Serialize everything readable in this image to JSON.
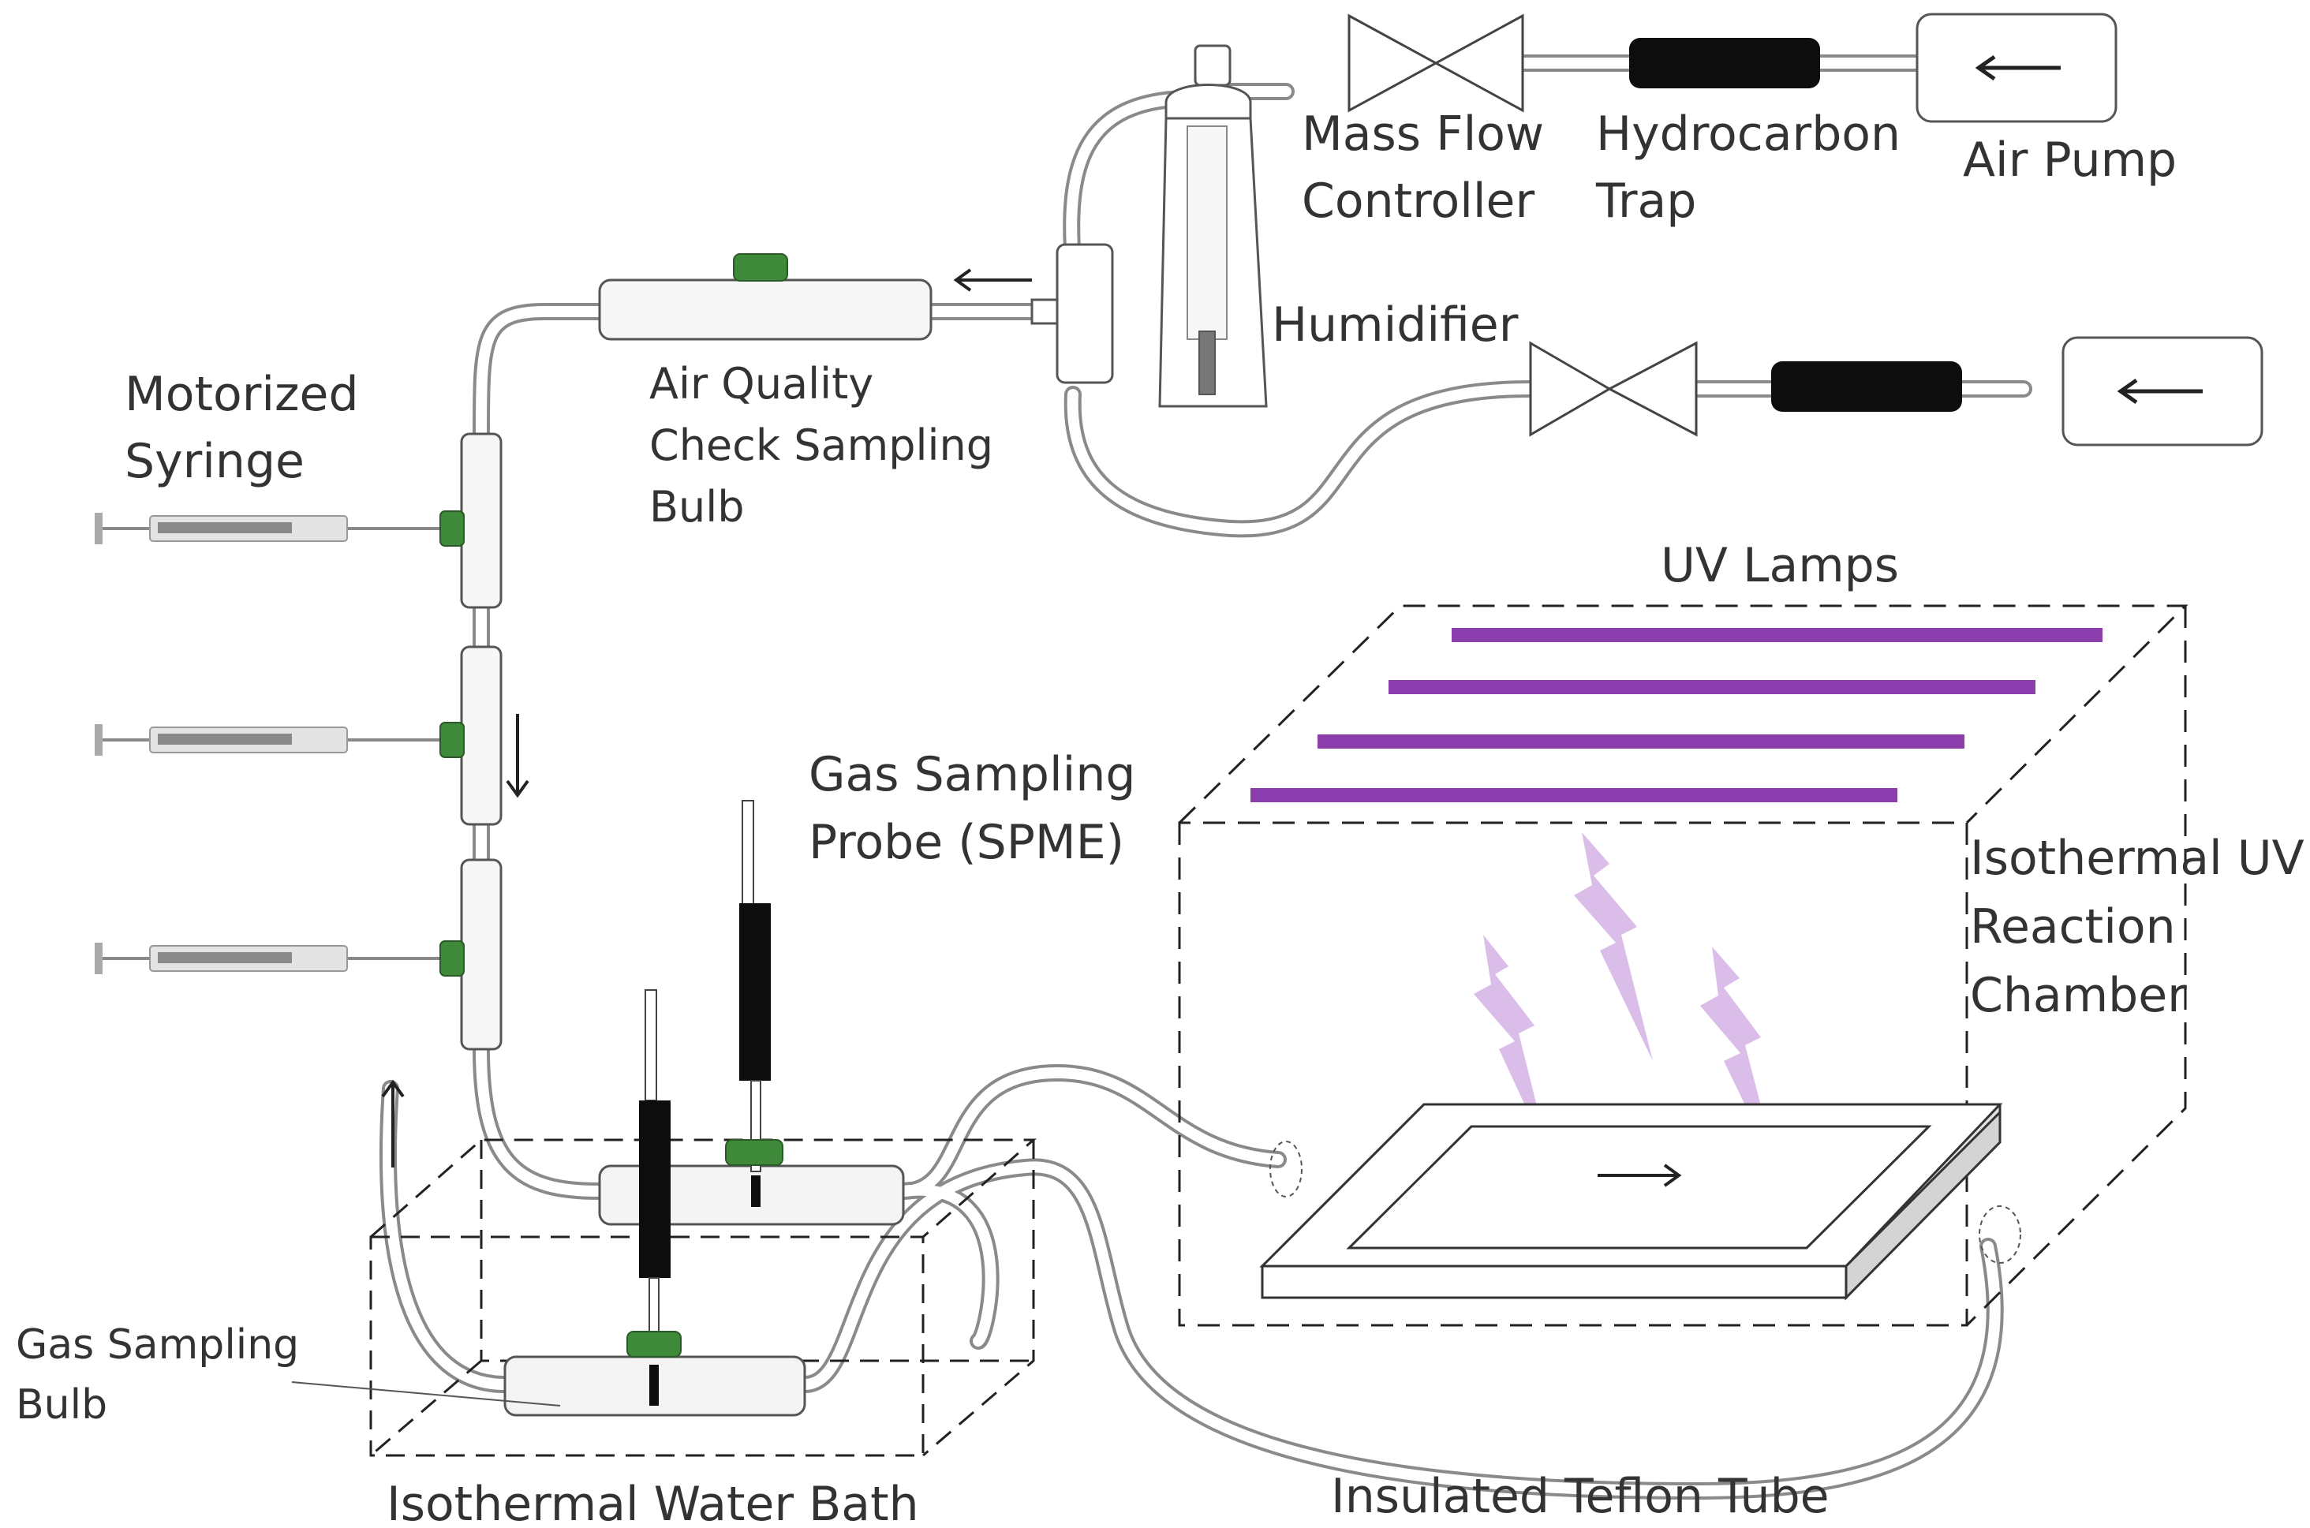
{
  "labels": {
    "mass_flow_controller": [
      "Mass Flow",
      "Controller"
    ],
    "hydrocarbon_trap": [
      "Hydrocarbon",
      "Trap"
    ],
    "air_pump": "Air Pump",
    "humidifier": "Humidifier",
    "air_quality_bulb": [
      "Air Quality",
      "Check Sampling",
      "Bulb"
    ],
    "motorized_syringe": [
      "Motorized",
      "Syringe"
    ],
    "gas_sampling_probe": [
      "Gas Sampling",
      "Probe (SPME)"
    ],
    "uv_lamps": "UV Lamps",
    "reaction_chamber": [
      "Isothermal UV",
      "Reaction",
      "Chamber"
    ],
    "gas_sampling_bulb": [
      "Gas Sampling",
      "Bulb"
    ],
    "water_bath": "Isothermal Water Bath",
    "teflon_tube": "Insulated Teflon Tube"
  },
  "colors": {
    "uv_lamp": "#8b3fae",
    "uv_ray": "#d6b6e6",
    "septum_green": "#3f8a3a",
    "line": "#444444",
    "text": "#333333"
  },
  "icons": {
    "valve": "bowtie-valve-icon",
    "trap": "black-bar-icon",
    "pump_arrow": "left-arrow-icon"
  }
}
